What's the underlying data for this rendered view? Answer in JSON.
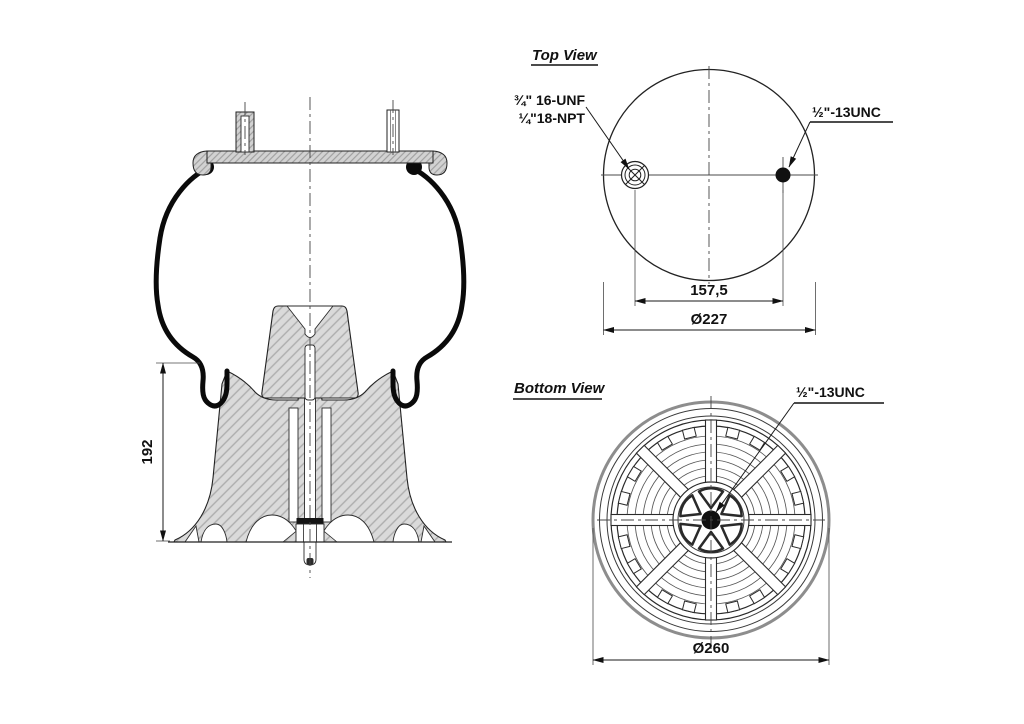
{
  "drawing": {
    "side_view": {
      "dim_height": "192"
    },
    "top_view": {
      "title": "Top View",
      "callout_port_line1": "¾\" 16-UNF",
      "callout_port_line2": "¼\"18-NPT",
      "callout_stud": "½\"-13UNC",
      "dim_hole_spacing": "157,5",
      "dim_plate_diameter": "Ø227"
    },
    "bottom_view": {
      "title": "Bottom View",
      "callout_stud": "½\"-13UNC",
      "dim_piston_diameter": "Ø260"
    },
    "colors": {
      "line": "#1f1f1f",
      "bellows_black": "#0a0a0a",
      "section_gray": "#dadada",
      "hatch_gray": "#adadad",
      "outer_ring_gray": "#8d8d8d",
      "background": "#ffffff"
    }
  }
}
